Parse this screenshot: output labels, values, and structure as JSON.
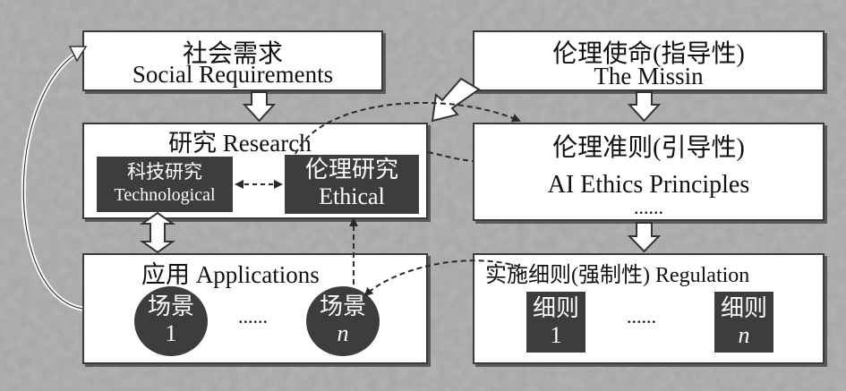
{
  "social": {
    "zh": "社会需求",
    "en": "Social Requirements"
  },
  "mission": {
    "zh": "伦理使命(指导性)",
    "en": "The Missin"
  },
  "research": {
    "title": "研究 Research",
    "tech": {
      "zh": "科技研究",
      "en": "Technological"
    },
    "ethical": {
      "zh": "伦理研究",
      "en": "Ethical"
    }
  },
  "principles": {
    "zh": "伦理准则(引导性)",
    "en": "AI Ethics Principles",
    "dots": "......"
  },
  "applications": {
    "title": "应用 Applications",
    "scene_label": "场景",
    "scene_1": "1",
    "scene_n": "n",
    "dots": "......"
  },
  "regulation": {
    "title": "实施细则(强制性) Regulation",
    "rule_label": "细则",
    "rule_1": "1",
    "rule_n": "n",
    "dots": "......"
  },
  "colors": {
    "background": "#a8a8a8",
    "dark_fill": "#3d3d3d",
    "box_fill": "#ffffff"
  }
}
